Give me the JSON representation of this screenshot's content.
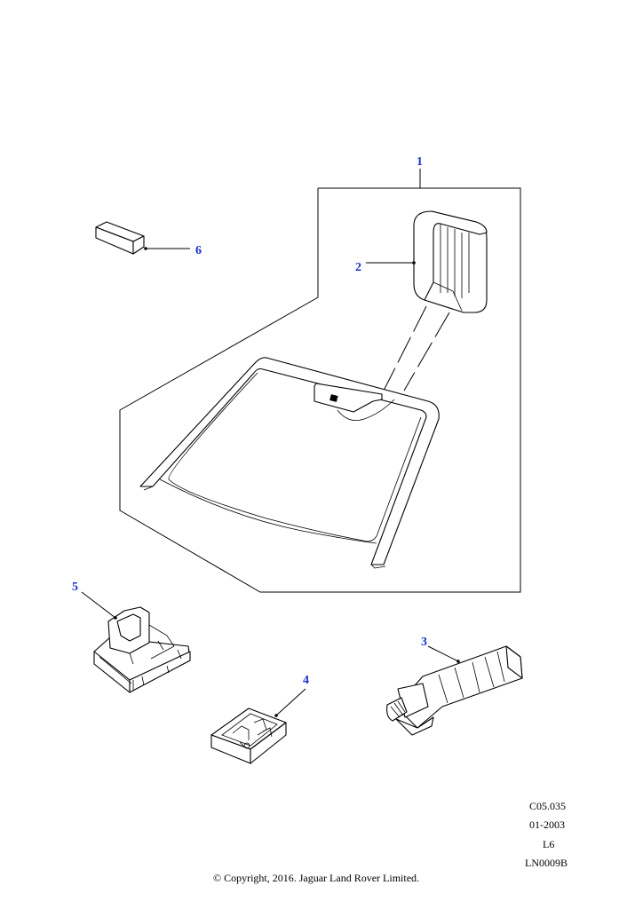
{
  "callouts": [
    "1",
    "2",
    "3",
    "4",
    "5",
    "6"
  ],
  "reference": {
    "code": "C05.035",
    "date": "01-2003",
    "model": "L6",
    "illustration": "LN0009B"
  },
  "copyright": "© Copyright, 2016. Jaguar Land Rover Limited.",
  "colors": {
    "callout": "#1a33cc",
    "line": "#000000",
    "background": "#ffffff"
  }
}
